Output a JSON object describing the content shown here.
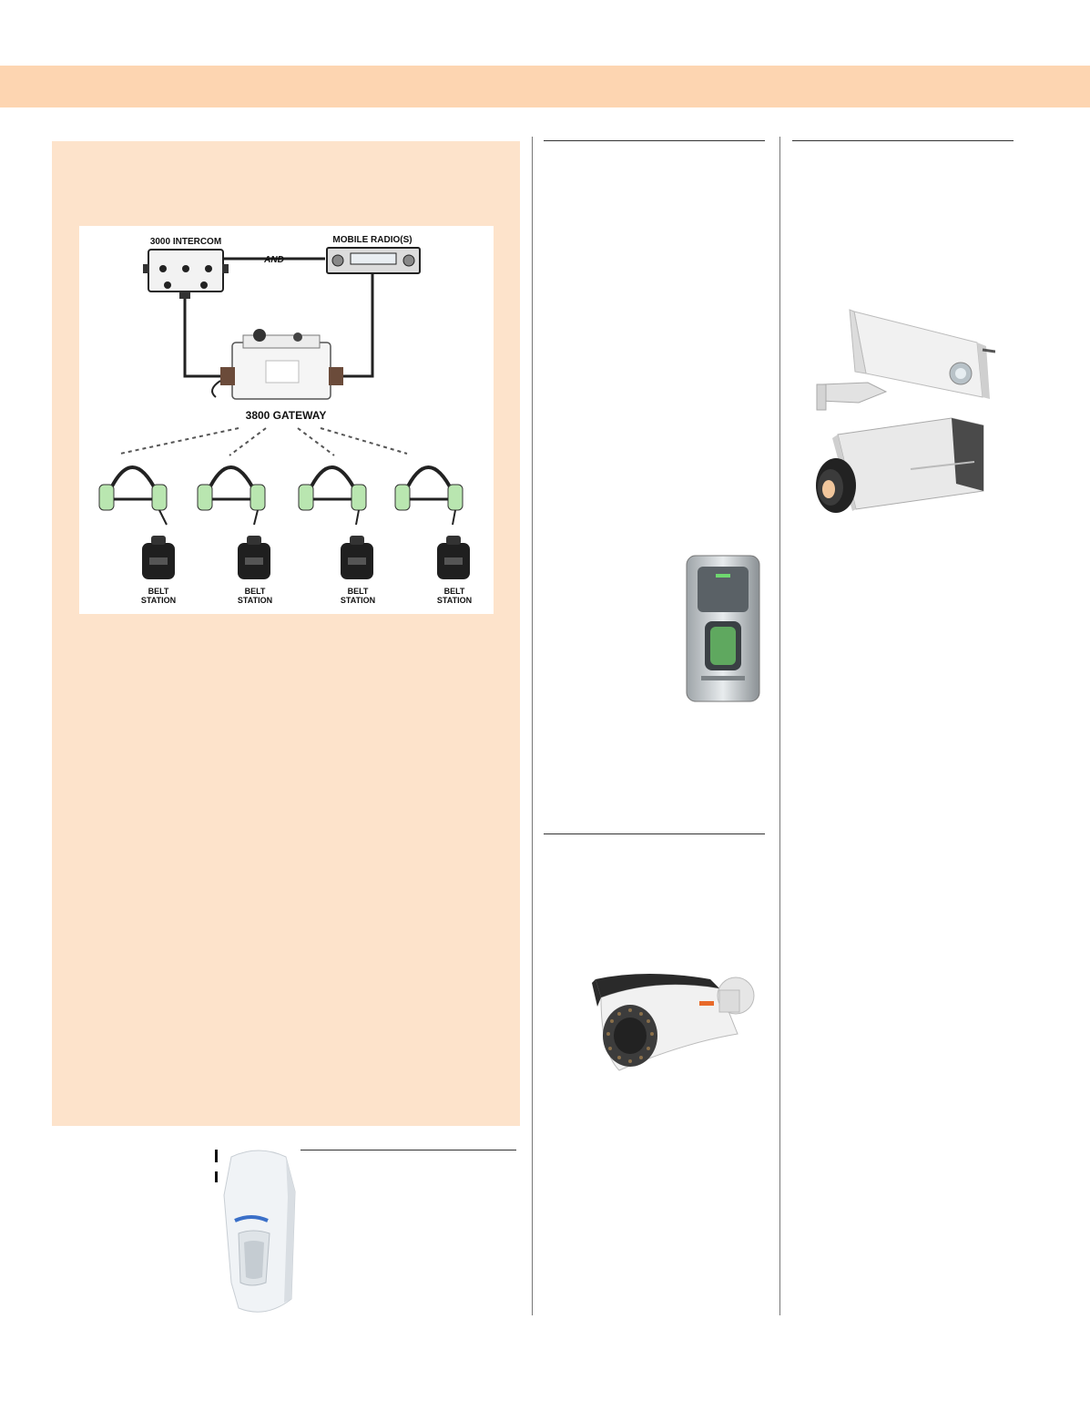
{
  "diagram": {
    "intercom_label": "3000 INTERCOM",
    "and_label": "AND",
    "radio_label": "MOBILE RADIO(S)",
    "gateway_label": "3800 GATEWAY",
    "stations": [
      {
        "line1": "BELT",
        "line2": "STATION"
      },
      {
        "line1": "BELT",
        "line2": "STATION"
      },
      {
        "line1": "BELT",
        "line2": "STATION"
      },
      {
        "line1": "BELT",
        "line2": "STATION"
      }
    ]
  },
  "colors": {
    "header_band": "#fdd5b1",
    "sidebar_box": "#fde3cb",
    "headset_green": "#b9e6b0"
  },
  "icons": [
    "fingerprint-reader-icon",
    "thermal-camera-icon",
    "box-camera-icon",
    "bullet-camera-icon",
    "motion-sensor-icon"
  ]
}
